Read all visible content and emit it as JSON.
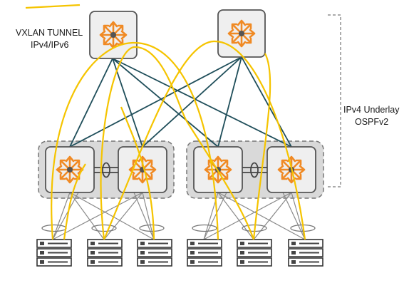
{
  "legend": {
    "line_label_1": "VXLAN TUNNEL",
    "line_label_2": "IPv4/IPv6",
    "line_color": "#f5c400"
  },
  "underlay": {
    "label_1": "IPv4 Underlay",
    "label_2": "OSPFv2"
  },
  "icons": {
    "switch": "router-arrows-icon",
    "server": "server-rack-icon"
  },
  "colors": {
    "underlay_link": "#1f4e5a",
    "access_link": "#8a8a8a",
    "vxlan": "#f5c400",
    "switch_arrows": "#f08a24",
    "switch_fill": "#efefef",
    "pair_fill": "#d9d9d9"
  }
}
